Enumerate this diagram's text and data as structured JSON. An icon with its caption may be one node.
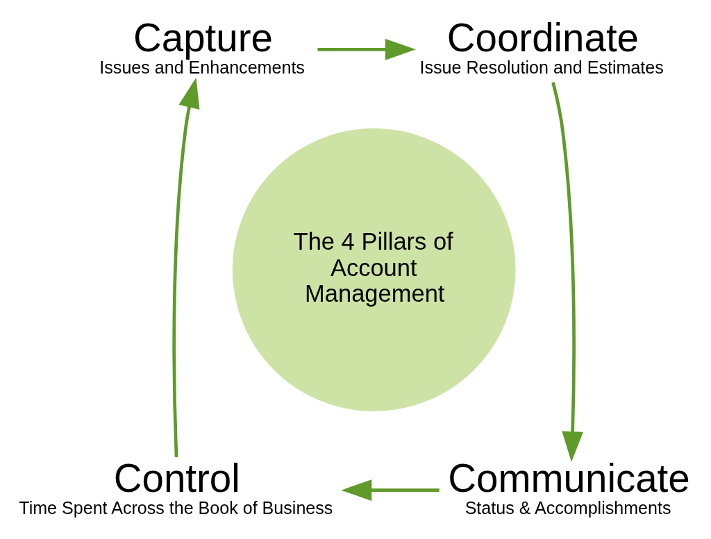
{
  "diagram": {
    "nodes": [
      {
        "text": [
          "Capture",
          "Issues and Enhancements"
        ]
      },
      {
        "text": [
          "Coordinate",
          "Issue Resolution and Estimates"
        ]
      },
      {
        "text": [
          "The 4 Pillars of Account Management"
        ]
      },
      {
        "text": [
          "Control",
          "Time Spent Across the Book of Business"
        ]
      },
      {
        "text": [
          "Communicate",
          "Status & Accomplishments"
        ]
      }
    ],
    "edges": [
      {
        "from": 0,
        "to": 1,
        "arrow": "to",
        "color": "#5f9a2a"
      },
      {
        "from": 1,
        "to": 4,
        "arrow": "to",
        "color": "#5f9a2a"
      },
      {
        "from": 4,
        "to": 3,
        "arrow": "to",
        "color": "#5f9a2a"
      },
      {
        "from": 3,
        "to": 0,
        "arrow": "to",
        "color": "#5f9a2a"
      }
    ]
  }
}
